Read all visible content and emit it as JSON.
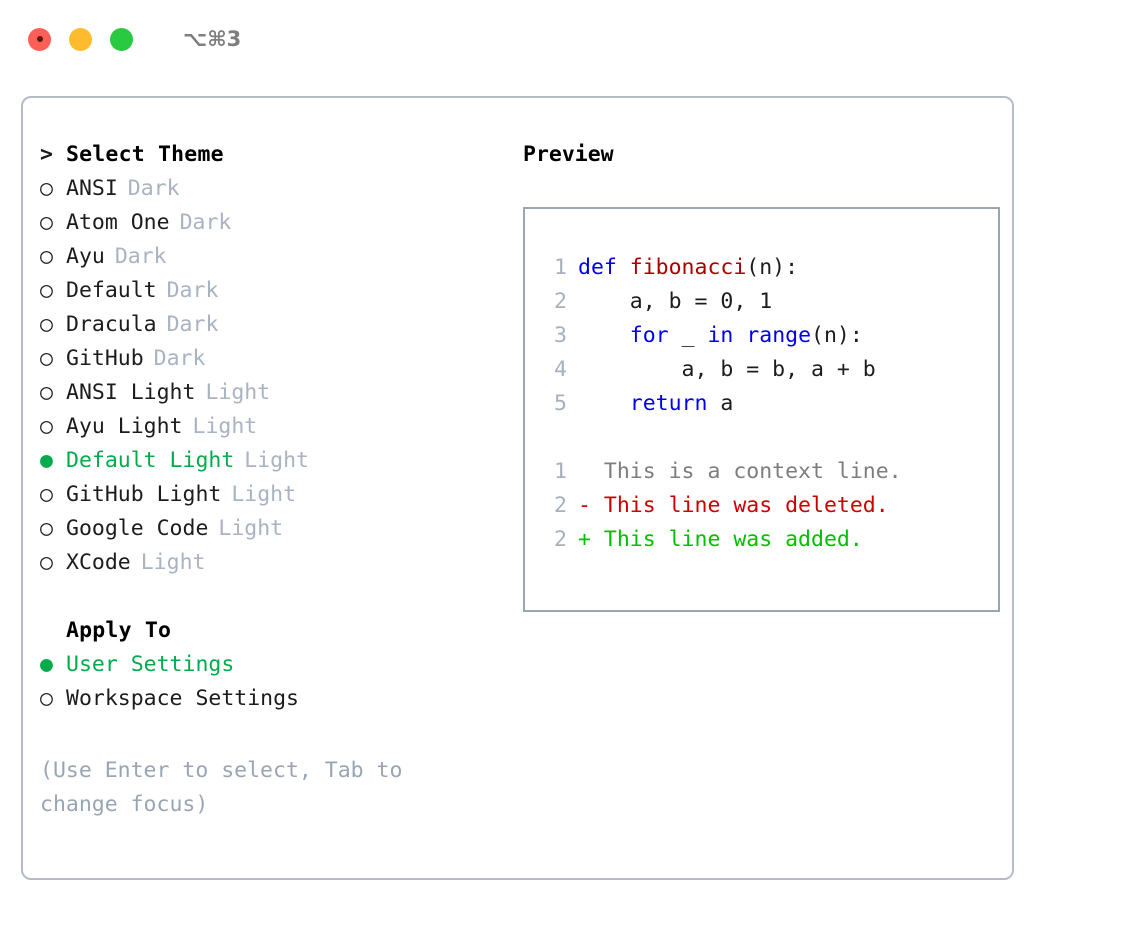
{
  "window": {
    "shortcut": "⌥⌘3",
    "traffic_lights": [
      "close-button",
      "minimize-button",
      "maximize-button"
    ]
  },
  "theme_picker": {
    "header": "Select Theme",
    "header_prefix": ">",
    "marker_unselected": "○",
    "marker_selected": "●",
    "items": [
      {
        "label": "ANSI",
        "tag": "Dark",
        "selected": false
      },
      {
        "label": "Atom One",
        "tag": "Dark",
        "selected": false
      },
      {
        "label": "Ayu",
        "tag": "Dark",
        "selected": false
      },
      {
        "label": "Default",
        "tag": "Dark",
        "selected": false
      },
      {
        "label": "Dracula",
        "tag": "Dark",
        "selected": false
      },
      {
        "label": "GitHub",
        "tag": "Dark",
        "selected": false
      },
      {
        "label": "ANSI Light",
        "tag": "Light",
        "selected": false
      },
      {
        "label": "Ayu Light",
        "tag": "Light",
        "selected": false
      },
      {
        "label": "Default Light",
        "tag": "Light",
        "selected": true
      },
      {
        "label": "GitHub Light",
        "tag": "Light",
        "selected": false
      },
      {
        "label": "Google Code",
        "tag": "Light",
        "selected": false
      },
      {
        "label": "XCode",
        "tag": "Light",
        "selected": false
      }
    ]
  },
  "apply_to": {
    "header": "Apply To",
    "items": [
      {
        "label": "User Settings",
        "selected": true
      },
      {
        "label": "Workspace Settings",
        "selected": false
      }
    ]
  },
  "hint": "(Use Enter to select, Tab to change focus)",
  "preview": {
    "title": "Preview",
    "code": [
      {
        "num": "1",
        "parts": [
          {
            "text": "def ",
            "style": "kw"
          },
          {
            "text": "fibonacci",
            "style": "fn"
          },
          {
            "text": "(n):",
            "style": "plain"
          }
        ]
      },
      {
        "num": "2",
        "parts": [
          {
            "text": "    a, b = 0, 1",
            "style": "plain"
          }
        ]
      },
      {
        "num": "3",
        "parts": [
          {
            "text": "    ",
            "style": "plain"
          },
          {
            "text": "for",
            "style": "kw"
          },
          {
            "text": " _ ",
            "style": "plain"
          },
          {
            "text": "in",
            "style": "kw"
          },
          {
            "text": " ",
            "style": "plain"
          },
          {
            "text": "range",
            "style": "bi"
          },
          {
            "text": "(n):",
            "style": "plain"
          }
        ]
      },
      {
        "num": "4",
        "parts": [
          {
            "text": "        a, b = b, a + b",
            "style": "plain"
          }
        ]
      },
      {
        "num": "5",
        "parts": [
          {
            "text": "    ",
            "style": "plain"
          },
          {
            "text": "return",
            "style": "kw"
          },
          {
            "text": " a",
            "style": "plain"
          }
        ]
      }
    ],
    "diff": [
      {
        "num": "1",
        "text": "  This is a context line.",
        "style": "ctx"
      },
      {
        "num": "2",
        "text": "- This line was deleted.",
        "style": "del"
      },
      {
        "num": "2",
        "text": "+ This line was added.",
        "style": "add"
      }
    ]
  },
  "colors": {
    "selection_green": "#04ab4d",
    "tag_grey": "#a9b3c1",
    "hint_grey": "#9aa5b4",
    "keyword_blue": "#0000ee",
    "function_red": "#aa0000",
    "diff_deleted": "#cc0000",
    "diff_added": "#00c000",
    "panel_border": "#b3bcc8",
    "preview_border": "#99a4b4"
  }
}
